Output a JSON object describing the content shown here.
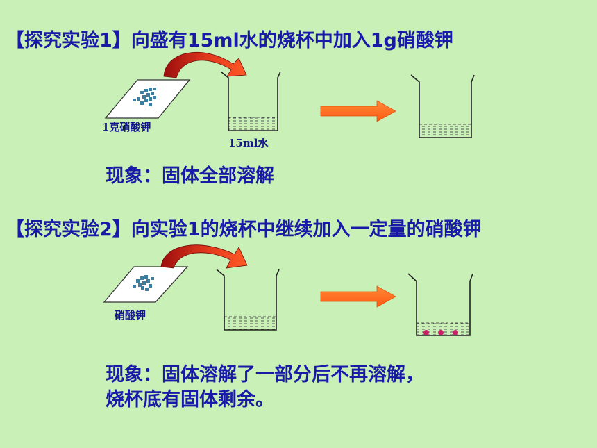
{
  "experiment1": {
    "heading": "【探究实验1】向盛有15ml水的烧杯中加入1g硝酸钾",
    "solid_label": "1克硝酸钾",
    "water_label": "15ml水",
    "observation": "现象：固体全部溶解"
  },
  "experiment2": {
    "heading": "【探究实验2】向实验1的烧杯中继续加入一定量的硝酸钾",
    "solid_label": "硝酸钾",
    "observation_line1": "现象：固体溶解了一部分后不再溶解，",
    "observation_line2": "烧杯底有固体剩余。"
  },
  "colors": {
    "background": "#c9f0b6",
    "text": "#1a1aa8",
    "arrow_orange": "#ff6a1a",
    "crystal": "#3d7ea0",
    "undissolved_dots": "#cc1f6a"
  }
}
